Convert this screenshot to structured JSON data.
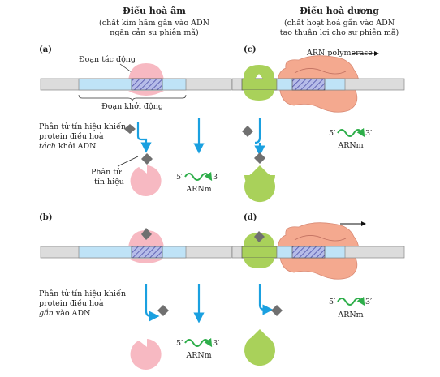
{
  "headers": {
    "negative": {
      "title": "Điều hoà âm",
      "sub1": "(chất kìm hãm gắn vào ADN",
      "sub2": "ngăn cản sự phiên mã)"
    },
    "positive": {
      "title": "Điều hoà dương",
      "sub1": "(chất hoạt hoá gắn vào ADN",
      "sub2": "tạo thuận lợi cho sự phiên mã)"
    }
  },
  "panels": {
    "a": "(a)",
    "b": "(b)",
    "c": "(c)",
    "d": "(d)"
  },
  "labels": {
    "operator": "Đoạn tác động",
    "promoter": "Đoạn khởi động",
    "rna_polymerase": "ARN polymerase",
    "signal_molecule_1": "Phân tử",
    "signal_molecule_2": "tín hiệu",
    "detach_1": "Phân tử tín hiệu khiến",
    "detach_2": "protein điều hoà",
    "detach_3a": "tách",
    "detach_3b": " khỏi ADN",
    "bind_1": "Phân tử tín hiệu khiến",
    "bind_2": "protein điều hoà",
    "bind_3a": "gắn",
    "bind_3b": " vào ADN",
    "mrna": "ARNm",
    "five_prime": "5′",
    "three_prime": "3′"
  },
  "colors": {
    "dna_gray": "#dcdcdc",
    "promoter_blue": "#bfe3f7",
    "repressor_pink": "#f7b9c2",
    "activator_green": "#a9d15a",
    "polymerase_salmon": "#f4a98f",
    "arrow_blue": "#1aa0e0",
    "mrna_green": "#2eae4a",
    "signal_gray": "#707070"
  }
}
